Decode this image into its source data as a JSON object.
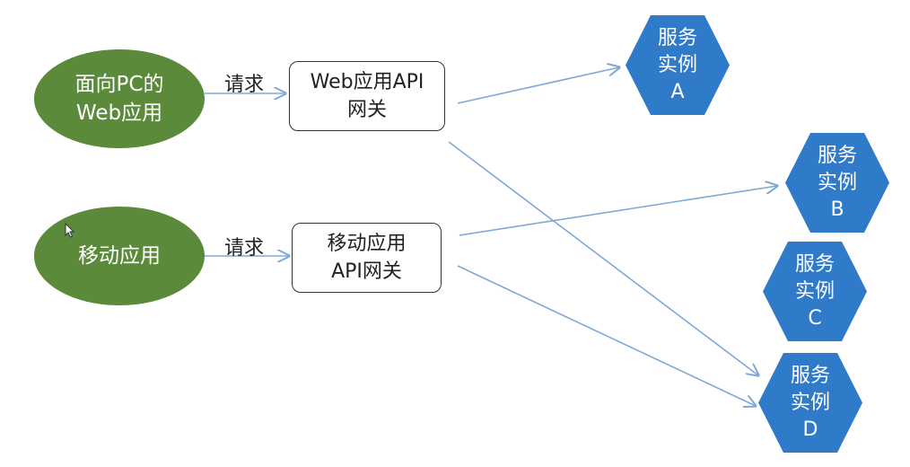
{
  "clients": {
    "web": {
      "line1": "面向PC的",
      "line2": "Web应用"
    },
    "mobile": {
      "label": "移动应用"
    }
  },
  "requests": {
    "web": "请求",
    "mobile": "请求"
  },
  "gateways": {
    "web": {
      "line1": "Web应用API",
      "line2": "网关"
    },
    "mobile": {
      "line1": "移动应用",
      "line2": "API网关"
    }
  },
  "services": [
    {
      "line1": "服务",
      "line2": "实例",
      "line3": "A"
    },
    {
      "line1": "服务",
      "line2": "实例",
      "line3": "B"
    },
    {
      "line1": "服务",
      "line2": "实例",
      "line3": "C"
    },
    {
      "line1": "服务",
      "line2": "实例",
      "line3": "D"
    }
  ],
  "colors": {
    "client_fill": "#5a8a3a",
    "service_fill": "#2f7bc9",
    "connector": "#7fa8d8"
  }
}
